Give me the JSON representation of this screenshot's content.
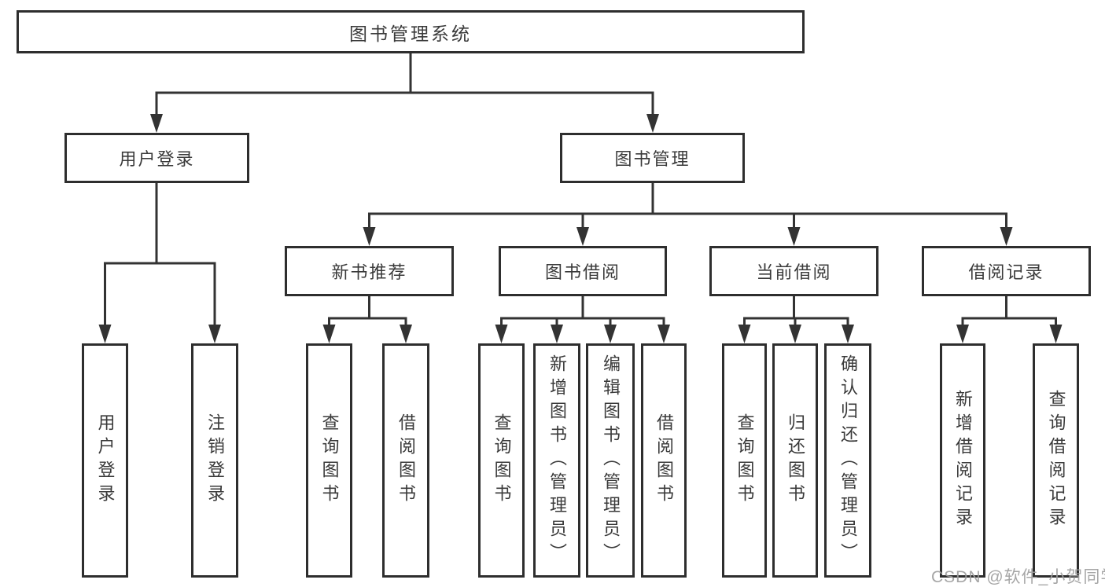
{
  "diagram": {
    "root": "图书管理系统",
    "branches": [
      {
        "label": "用户登录",
        "children": [
          "用户登录",
          "注销登录"
        ]
      },
      {
        "label": "图书管理",
        "groups": [
          {
            "label": "新书推荐",
            "children": [
              "查询图书",
              "借阅图书"
            ]
          },
          {
            "label": "图书借阅",
            "children": [
              "查询图书",
              "新增图书（管理员）",
              "编辑图书（管理员）",
              "借阅图书"
            ]
          },
          {
            "label": "当前借阅",
            "children": [
              "查询图书",
              "归还图书",
              "确认归还（管理员）"
            ]
          },
          {
            "label": "借阅记录",
            "children": [
              "新增借阅记录",
              "查询借阅记录"
            ]
          }
        ]
      }
    ]
  },
  "watermark": "CSDN @软件_小贺同学",
  "colors": {
    "line": "#333333",
    "border": "#2e2e2e",
    "text": "#3a3a3a",
    "watermark": "#9e9e9e",
    "background": "#ffffff"
  }
}
